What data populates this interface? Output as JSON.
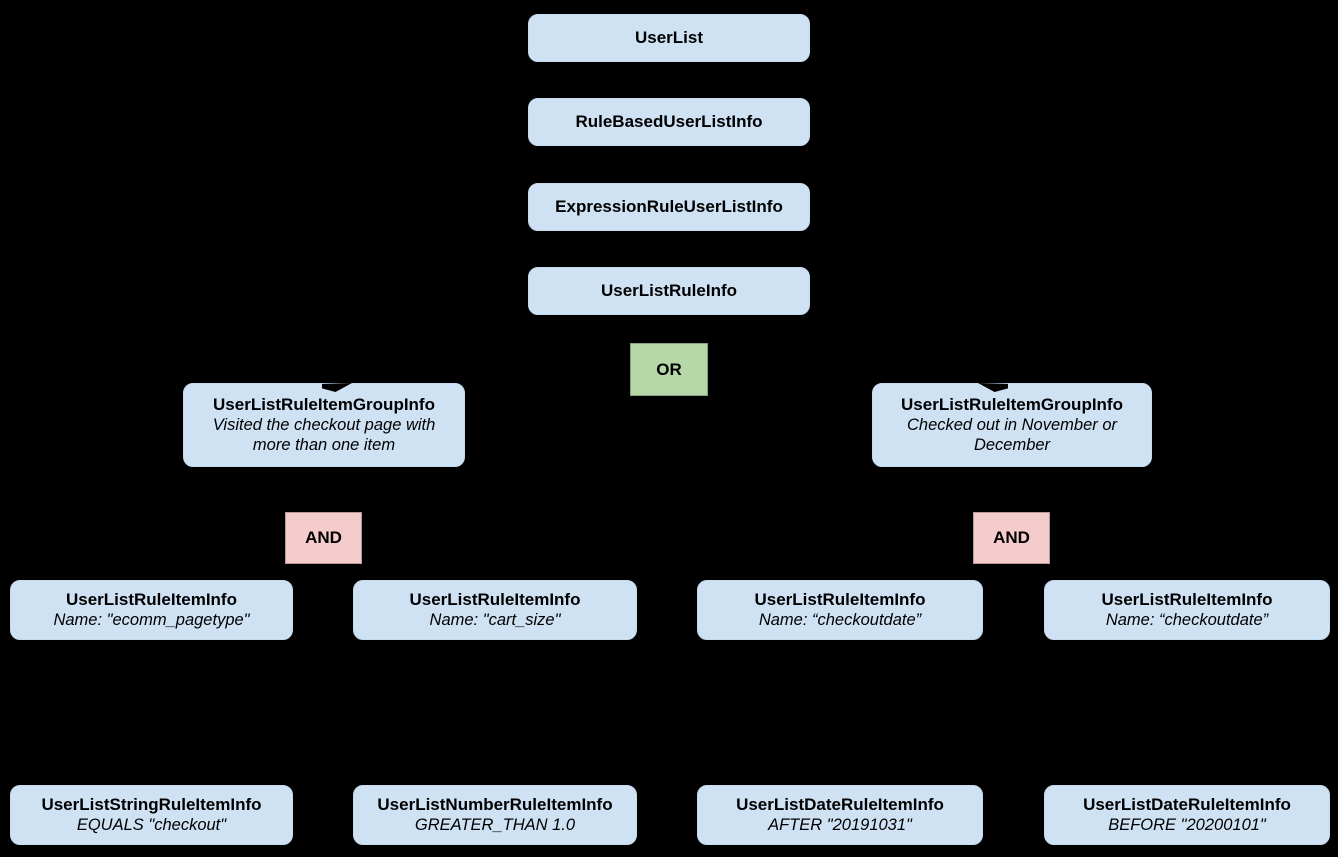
{
  "diagram": {
    "background_color": "#000000",
    "node_fill_color": "#cfe2f3",
    "or_fill_color": "#b6d7a8",
    "and_fill_color": "#f4cccc",
    "text_color": "#000000",
    "chain": [
      {
        "label": "UserList"
      },
      {
        "label": "RuleBasedUserListInfo"
      },
      {
        "label": "ExpressionRuleUserListInfo"
      },
      {
        "label": "UserListRuleInfo"
      }
    ],
    "or_operator": "OR",
    "groups": [
      {
        "title": "UserListRuleItemGroupInfo",
        "subtitle": "Visited the checkout page with more than one item",
        "operator": "AND"
      },
      {
        "title": "UserListRuleItemGroupInfo",
        "subtitle": "Checked out in November or December",
        "operator": "AND"
      }
    ],
    "rule_items": [
      {
        "title": "UserListRuleItemInfo",
        "subtitle": "Name: \"ecomm_pagetype\""
      },
      {
        "title": "UserListRuleItemInfo",
        "subtitle": "Name: \"cart_size\""
      },
      {
        "title": "UserListRuleItemInfo",
        "subtitle": "Name: “checkoutdate”"
      },
      {
        "title": "UserListRuleItemInfo",
        "subtitle": "Name: “checkoutdate”"
      }
    ],
    "leaf_items": [
      {
        "title": "UserListStringRuleItemInfo",
        "subtitle": "EQUALS \"checkout\""
      },
      {
        "title": "UserListNumberRuleItemInfo",
        "subtitle": "GREATER_THAN 1.0"
      },
      {
        "title": "UserListDateRuleItemInfo",
        "subtitle": "AFTER \"20191031\""
      },
      {
        "title": "UserListDateRuleItemInfo",
        "subtitle": "BEFORE \"20200101\""
      }
    ]
  }
}
